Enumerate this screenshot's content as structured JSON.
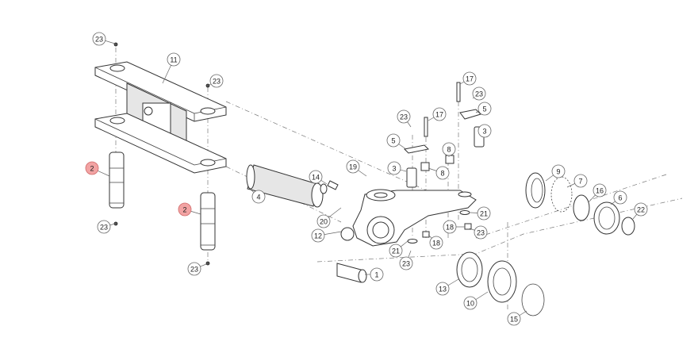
{
  "diagram": {
    "type": "exploded-parts-view",
    "highlight_color": "#f2a3a3",
    "callouts": [
      {
        "label": "23"
      },
      {
        "label": "11"
      },
      {
        "label": "23"
      },
      {
        "label": "2",
        "highlighted": true
      },
      {
        "label": "23"
      },
      {
        "label": "2",
        "highlighted": true
      },
      {
        "label": "23"
      },
      {
        "label": "4"
      },
      {
        "label": "14"
      },
      {
        "label": "19"
      },
      {
        "label": "20"
      },
      {
        "label": "12"
      },
      {
        "label": "1"
      },
      {
        "label": "23"
      },
      {
        "label": "17"
      },
      {
        "label": "5"
      },
      {
        "label": "3"
      },
      {
        "label": "8"
      },
      {
        "label": "8"
      },
      {
        "label": "17"
      },
      {
        "label": "23"
      },
      {
        "label": "5"
      },
      {
        "label": "3"
      },
      {
        "label": "21"
      },
      {
        "label": "18"
      },
      {
        "label": "23"
      },
      {
        "label": "18"
      },
      {
        "label": "21"
      },
      {
        "label": "23"
      },
      {
        "label": "9"
      },
      {
        "label": "7"
      },
      {
        "label": "16"
      },
      {
        "label": "6"
      },
      {
        "label": "22"
      },
      {
        "label": "13"
      },
      {
        "label": "10"
      },
      {
        "label": "15"
      }
    ]
  }
}
